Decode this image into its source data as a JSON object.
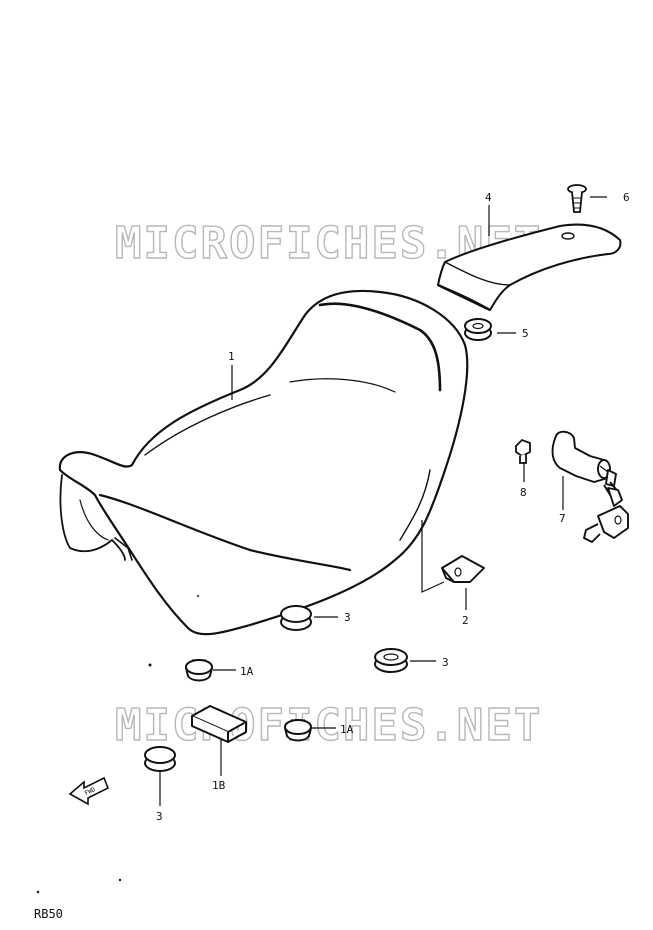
{
  "watermark": "MICROFICHES.NET",
  "diagram_code": "RB50",
  "fwd_label": "FWD",
  "parts": [
    {
      "id": "p1",
      "label": "1"
    },
    {
      "id": "p2",
      "label": "2"
    },
    {
      "id": "p3a",
      "label": "3"
    },
    {
      "id": "p3b",
      "label": "3"
    },
    {
      "id": "p3c",
      "label": "3"
    },
    {
      "id": "p4",
      "label": "4"
    },
    {
      "id": "p5",
      "label": "5"
    },
    {
      "id": "p6",
      "label": "6"
    },
    {
      "id": "p7",
      "label": "7"
    },
    {
      "id": "p8",
      "label": "8"
    },
    {
      "id": "p1a1",
      "label": "1A"
    },
    {
      "id": "p1a2",
      "label": "1A"
    },
    {
      "id": "p1b",
      "label": "1B"
    }
  ]
}
